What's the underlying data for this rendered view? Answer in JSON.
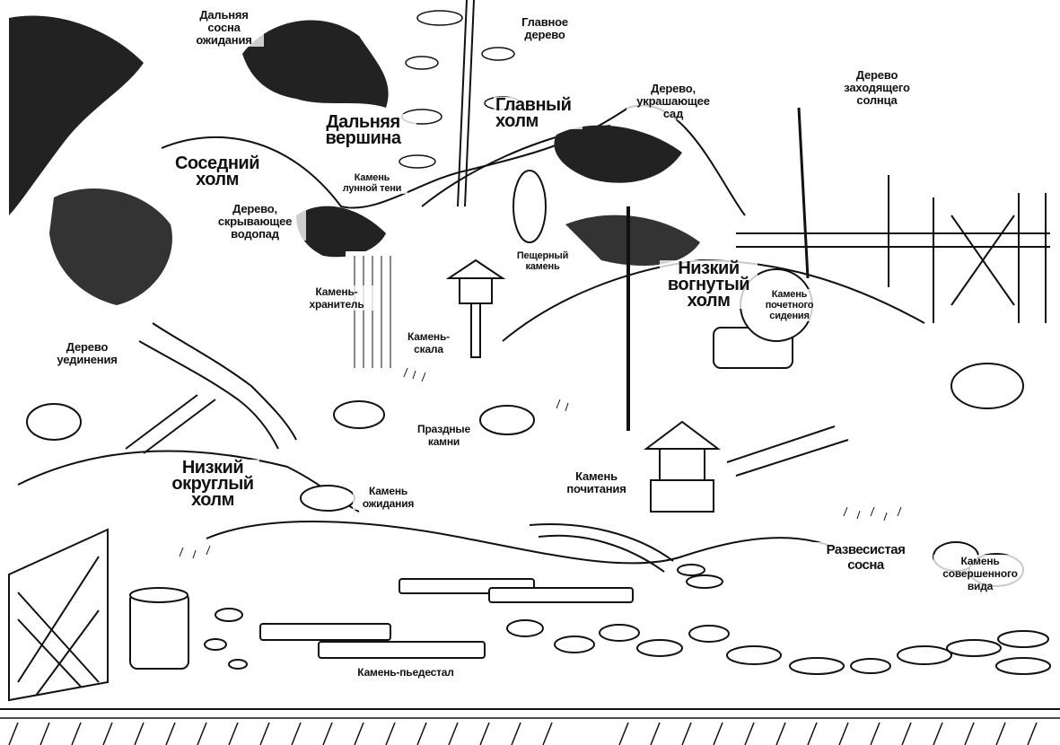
{
  "colors": {
    "ink": "#111111",
    "paper": "#ffffff",
    "shade": "#555555"
  },
  "labels": {
    "far_waiting_pine": "Дальняя\nсосна\nожидания",
    "main_tree": "Главное\nдерево",
    "main_hill": "Главный\nхолм",
    "far_peak": "Дальняя\nвершина",
    "garden_adorning_tree": "Дерево,\nукрашающее\nсад",
    "setting_sun_tree": "Дерево\nзаходящего\nсолнца",
    "neighbor_hill": "Соседний\nхолм",
    "moon_shadow_stone": "Камень\nлунной тени",
    "waterfall_hiding_tree": "Дерево,\nскрывающее\nводопад",
    "cave_stone": "Пещерный\nкамень",
    "low_concave_hill": "Низкий\nвогнутый\nхолм",
    "guardian_stone": "Камень-\nхранитель",
    "honor_seat_stone": "Камень\nпочетного\nсидения",
    "solitude_tree": "Дерево\nуединения",
    "cliff_stone": "Камень-\nскала",
    "idle_stones": "Праздные\nкамни",
    "low_round_hill": "Низкий\nокруглый\nхолм",
    "worship_stone": "Камень\nпочитания",
    "waiting_stone": "Камень\nожидания",
    "spreading_pine": "Развесистая\nсосна",
    "perfect_view_stone": "Камень\nсовершенного\nвида",
    "pedestal_stone": "Камень-пьедестал"
  }
}
